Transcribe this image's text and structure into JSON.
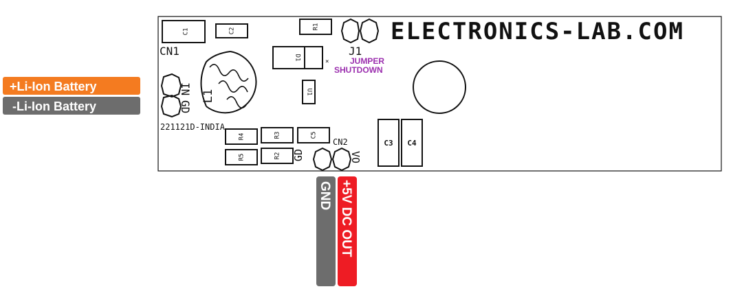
{
  "brand": {
    "text": "ELECTRONICS-LAB.COM"
  },
  "board": {
    "code": "221121D-INDIA",
    "connectors": {
      "cn1": "CN1",
      "cn2": "CN2",
      "j1": "J1",
      "in_pin": "IN",
      "gd_pin_left": "GD",
      "gd_pin_out": "GD",
      "vo_pin": "VO"
    },
    "jumper_note": {
      "line1": "JUMPER",
      "line2": "SHUTDOWN"
    },
    "parts": {
      "c1": "C1",
      "c2": "C2",
      "r1": "R1",
      "d1": "D1",
      "u1": "U1",
      "l1": "L1",
      "r4": "R4",
      "r3": "R3",
      "c5": "C5",
      "r5": "R5",
      "r2": "R2",
      "c3": "C3",
      "c4": "C4"
    }
  },
  "wire_tags": {
    "battery_pos": "+Li-Ion Battery",
    "battery_neg": "-Li-Ion Battery",
    "gnd": "GND",
    "out": "+5V DC OUT"
  },
  "colors": {
    "orange": "#f47b20",
    "grey": "#6d6d6d",
    "red": "#ee1c24",
    "purple": "#9b2fae",
    "silkscreen": "#111111"
  }
}
